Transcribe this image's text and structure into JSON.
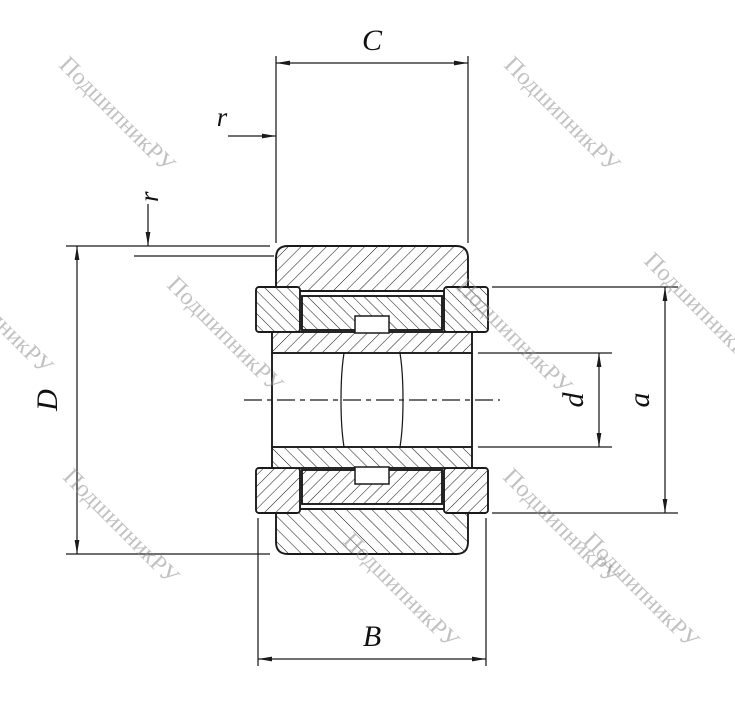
{
  "figure": {
    "dimension_labels": {
      "C": "C",
      "r_top": "r",
      "r_side": "r",
      "D": "D",
      "d": "d",
      "a": "a",
      "B": "B"
    },
    "watermark": {
      "text": "ПодшипникРУ",
      "color": "#8f8f8f"
    },
    "colors": {
      "line": "#1a1a1a",
      "background": "#ffffff"
    }
  }
}
